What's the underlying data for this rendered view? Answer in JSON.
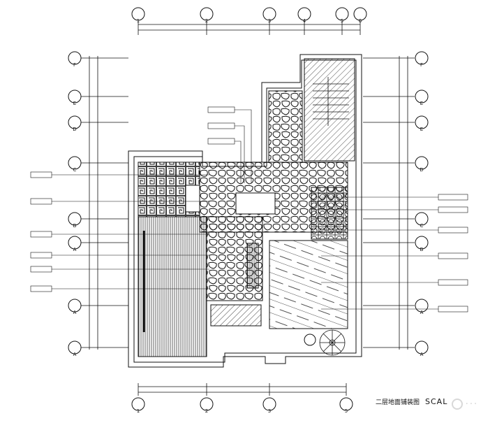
{
  "drawing": {
    "title": "二层地面铺装图",
    "scale_prefix": "SCAL",
    "grid_top": [
      "1",
      "2",
      "3",
      "4",
      "5",
      "6"
    ],
    "grid_bottom": [
      "1",
      "2",
      "3",
      "5"
    ],
    "grid_left": [
      "F",
      "E",
      "D",
      "C",
      "B",
      "A",
      "A",
      "A"
    ],
    "grid_right": [
      "F",
      "E",
      "E",
      "D",
      "C",
      "B",
      "A",
      "A"
    ],
    "line_color": "#111111",
    "hatch_color": "#333333"
  },
  "watermark": {
    "brand_icon": "logo-mark-icon",
    "text": "···"
  }
}
